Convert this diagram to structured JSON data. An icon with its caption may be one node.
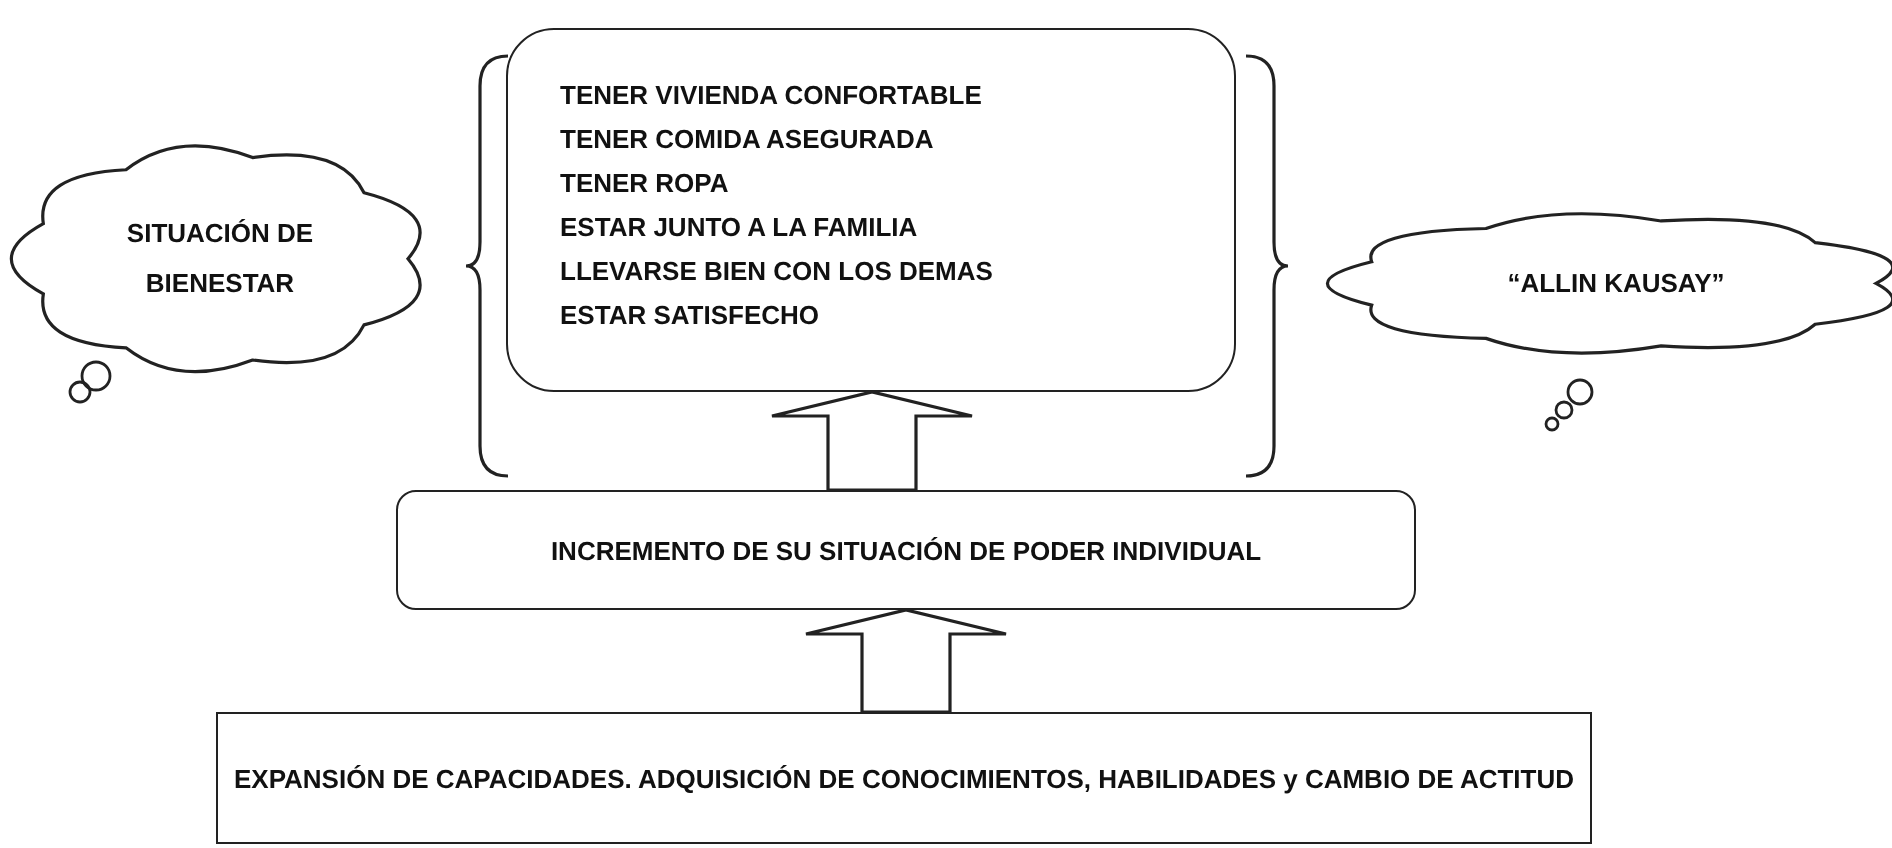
{
  "diagram": {
    "nodes": [
      {
        "text": [
          "SITUACIÓN DE BIENESTAR"
        ]
      },
      {
        "text": [
          "TENER VIVIENDA CONFORTABLE",
          "TENER COMIDA ASEGURADA",
          "TENER ROPA",
          "ESTAR JUNTO A LA FAMILIA",
          "LLEVARSE BIEN CON LOS DEMAS",
          "ESTAR SATISFECHO"
        ]
      },
      {
        "text": [
          "“ALLIN KAUSAY”"
        ]
      },
      {
        "text": [
          "INCREMENTO DE SU SITUACIÓN DE PODER INDIVIDUAL"
        ]
      },
      {
        "text": [
          "EXPANSIÓN DE CAPACIDADES. ADQUISICIÓN DE CONOCIMIENTOS, HABILIDADES y CAMBIO DE ACTITUD"
        ]
      }
    ],
    "edges": [
      {
        "from": 4,
        "to": 3,
        "arrow": "to"
      },
      {
        "from": 3,
        "to": 1,
        "arrow": "to"
      }
    ]
  }
}
